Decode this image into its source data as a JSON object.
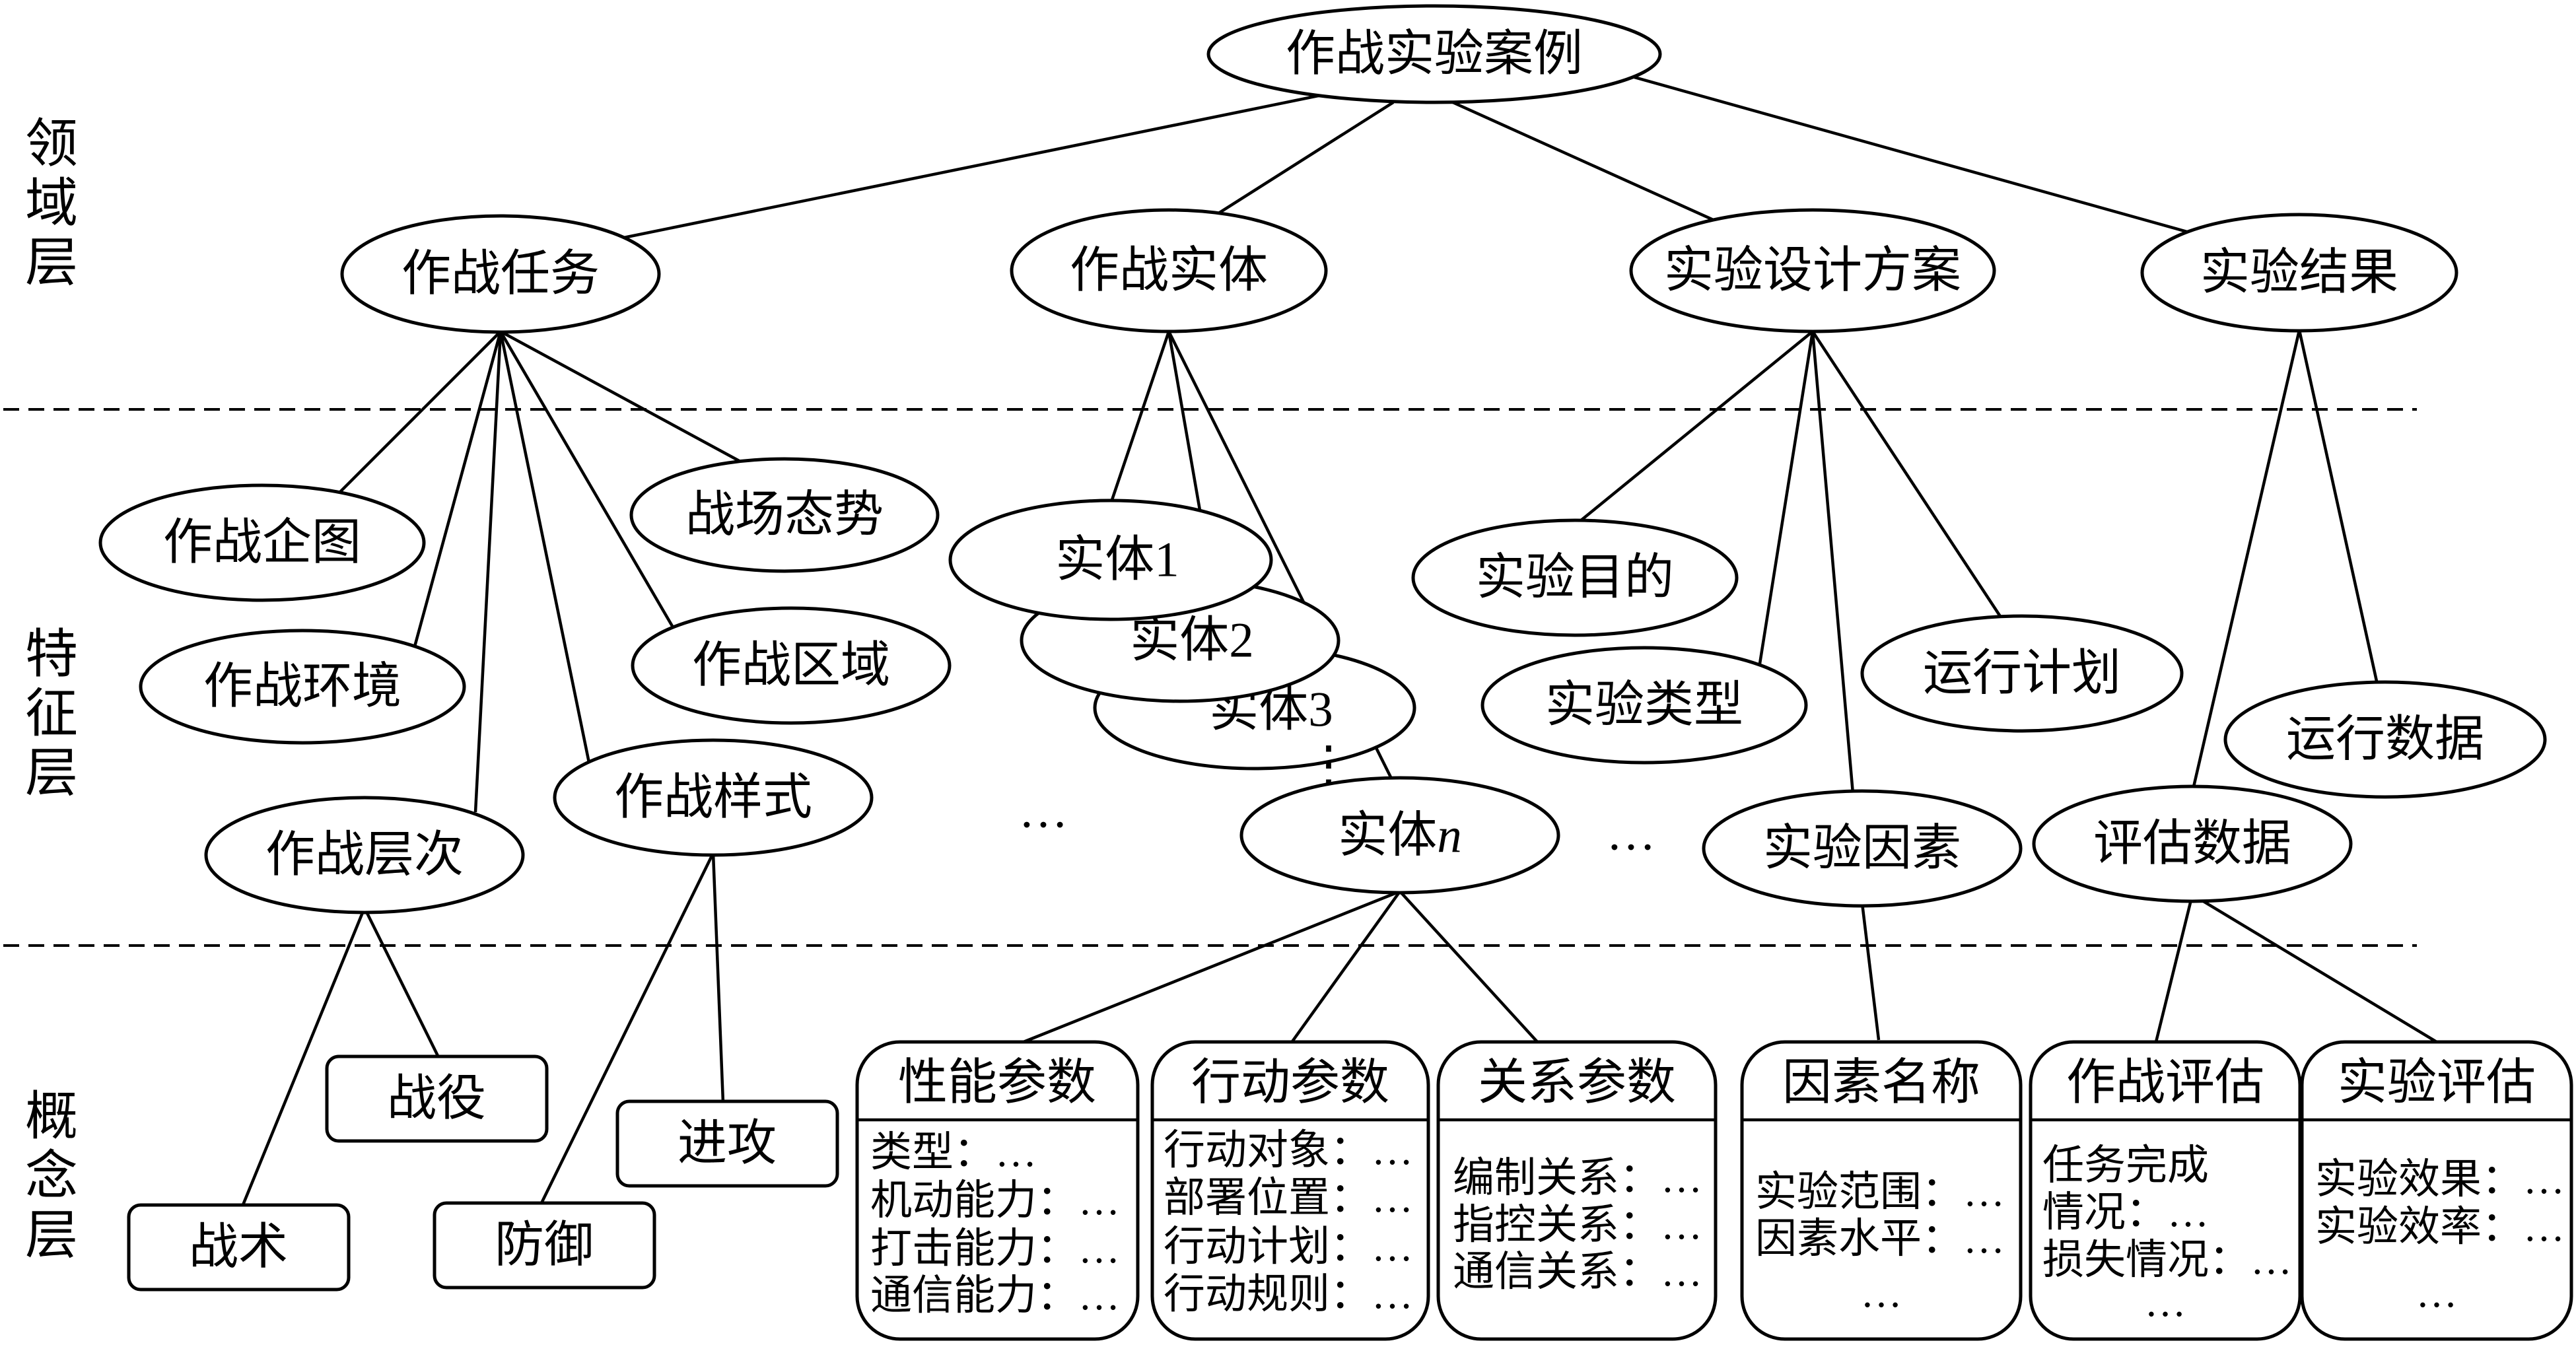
{
  "layers": {
    "domain": [
      "领",
      "域",
      "层"
    ],
    "feature": [
      "特",
      "征",
      "层"
    ],
    "concept": [
      "概",
      "念",
      "层"
    ]
  },
  "nodes": {
    "root": "作战实验案例",
    "mission": "作战任务",
    "entity": "作战实体",
    "design": "实验设计方案",
    "result": "实验结果",
    "intent": "作战企图",
    "situation": "战场态势",
    "environment": "作战环境",
    "region": "作战区域",
    "level": "作战层次",
    "style": "作战样式",
    "entity1": "实体1",
    "entity2": "实体2",
    "entity3": "实体3",
    "entityN_prefix": "实体",
    "entityN_italic": "n",
    "purpose": "实验目的",
    "exptype": "实验类型",
    "plan": "运行计划",
    "factor": "实验因素",
    "rundata": "运行数据",
    "evaldata": "评估数据",
    "campaign": "战役",
    "attack": "进攻",
    "tactic": "战术",
    "defense": "防御"
  },
  "ellipses": {
    "feature_left": "…",
    "feature_right": "…",
    "entity_vertical": "⋮"
  },
  "boxes": {
    "performance": {
      "title": "性能参数",
      "lines": [
        "类型：…",
        "机动能力：…",
        "打击能力：…",
        "通信能力：…"
      ]
    },
    "action": {
      "title": "行动参数",
      "lines": [
        "行动对象：…",
        "部署位置：…",
        "行动计划：…",
        "行动规则：…"
      ]
    },
    "relation": {
      "title": "关系参数",
      "lines": [
        "编制关系：…",
        "指控关系：…",
        "通信关系：…"
      ]
    },
    "factor_name": {
      "title": "因素名称",
      "lines": [
        "实验范围：…",
        "因素水平：…",
        "…"
      ]
    },
    "combat_eval": {
      "title": "作战评估",
      "lines": [
        "任务完成",
        "情况：…",
        "损失情况：…",
        "…"
      ]
    },
    "exp_eval": {
      "title": "实验评估",
      "lines": [
        "实验效果：…",
        "实验效率：…",
        "…"
      ]
    }
  }
}
